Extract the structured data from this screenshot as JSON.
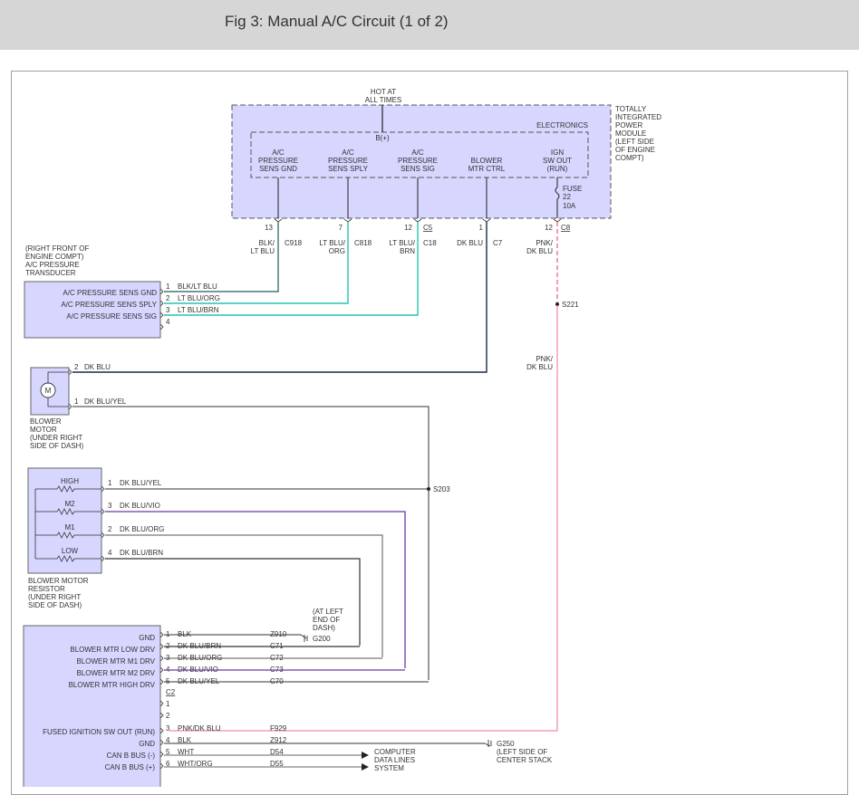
{
  "header": {
    "title": "Fig 3: Manual A/C Circuit (1 of 2)"
  },
  "colors": {
    "module_fill": "#d6d6ff",
    "wire_dark": "#222222",
    "wire_teal": "#27c2b0",
    "wire_pink": "#f06e9a",
    "wire_violet": "#6a3aa0",
    "header_bg": "#d6d6d6"
  },
  "power_source": {
    "line1": "HOT AT",
    "line2": "ALL TIMES"
  },
  "tipm": {
    "name_lines": [
      "TOTALLY",
      "INTEGRATED",
      "POWER",
      "MODULE",
      "(LEFT SIDE",
      "OF ENGINE",
      "COMPT)"
    ],
    "electronics": "ELECTRONICS",
    "bplus": "B(+)",
    "pins": [
      {
        "lines": [
          "A/C",
          "PRESSURE",
          "SENS GND"
        ],
        "pin": "13",
        "conn": "C918",
        "wire": [
          "BLK/",
          "LT BLU"
        ]
      },
      {
        "lines": [
          "A/C",
          "PRESSURE",
          "SENS SPLY"
        ],
        "pin": "7",
        "conn": "C818",
        "wire": [
          "LT BLU/",
          "ORG"
        ]
      },
      {
        "lines": [
          "A/C",
          "PRESSURE",
          "SENS SIG"
        ],
        "pin": "12",
        "conn": "C18",
        "conn_top": "C5",
        "wire": [
          "LT BLU/",
          "BRN"
        ]
      },
      {
        "lines": [
          "BLOWER",
          "MTR CTRL"
        ],
        "pin": "1",
        "conn": "C7",
        "wire": [
          "DK BLU"
        ]
      },
      {
        "lines": [
          "IGN",
          "SW OUT",
          "(RUN)"
        ],
        "pin": "12",
        "conn": "C8",
        "wire": [
          "PNK/",
          "DK BLU"
        ]
      }
    ],
    "fuse": [
      "FUSE",
      "22",
      "10A"
    ]
  },
  "transducer": {
    "location": [
      "(RIGHT FRONT OF",
      "ENGINE COMPT)",
      "A/C PRESSURE",
      "TRANSDUCER"
    ],
    "pins": [
      {
        "n": "1",
        "label": "A/C PRESSURE SENS GND",
        "wire": "BLK/LT BLU"
      },
      {
        "n": "2",
        "label": "A/C PRESSURE SENS SPLY",
        "wire": "LT BLU/ORG"
      },
      {
        "n": "3",
        "label": "A/C PRESSURE SENS SIG",
        "wire": "LT BLU/BRN"
      },
      {
        "n": "4",
        "label": "",
        "wire": ""
      }
    ]
  },
  "blower_motor": {
    "symbol": "M",
    "label": [
      "BLOWER",
      "MOTOR",
      "(UNDER RIGHT",
      "SIDE OF DASH)"
    ],
    "pins": [
      {
        "n": "2",
        "wire": "DK BLU"
      },
      {
        "n": "1",
        "wire": "DK BLU/YEL"
      }
    ]
  },
  "resistor": {
    "label": [
      "BLOWER MOTOR",
      "RESISTOR",
      "(UNDER RIGHT",
      "SIDE OF DASH)"
    ],
    "steps": [
      {
        "name": "HIGH",
        "n": "1",
        "wire": "DK BLU/YEL"
      },
      {
        "name": "M2",
        "n": "3",
        "wire": "DK BLU/VIO"
      },
      {
        "name": "M1",
        "n": "2",
        "wire": "DK BLU/ORG"
      },
      {
        "name": "LOW",
        "n": "4",
        "wire": "DK BLU/BRN"
      }
    ]
  },
  "splices": {
    "s203": "S203",
    "s221": "S221",
    "pnk_mid": [
      "PNK/",
      "DK BLU"
    ]
  },
  "grounds": {
    "g200": "G200",
    "g200_loc": [
      "(AT LEFT",
      "END OF",
      "DASH)"
    ],
    "g250": "G250",
    "g250_loc": [
      "(LEFT SIDE OF",
      "CENTER STACK"
    ]
  },
  "control_module": {
    "conn_label": "C2",
    "rows_top": [
      {
        "label": "GND",
        "n": "1",
        "wire": "BLK",
        "code": "Z910"
      },
      {
        "label": "BLOWER MTR LOW DRV",
        "n": "2",
        "wire": "DK BLU/BRN",
        "code": "C71"
      },
      {
        "label": "BLOWER MTR M1 DRV",
        "n": "3",
        "wire": "DK BLU/ORG",
        "code": "C72"
      },
      {
        "label": "BLOWER MTR M2 DRV",
        "n": "4",
        "wire": "DK BLU/VIO",
        "code": "C73"
      },
      {
        "label": "BLOWER MTR HIGH DRV",
        "n": "5",
        "wire": "DK BLU/YEL",
        "code": "C70"
      }
    ],
    "rows_bottom": [
      {
        "label": "",
        "n": "1",
        "wire": "",
        "code": ""
      },
      {
        "label": "",
        "n": "2",
        "wire": "",
        "code": ""
      },
      {
        "label": "FUSED IGNITION SW OUT (RUN)",
        "n": "3",
        "wire": "PNK/DK BLU",
        "code": "F929"
      },
      {
        "label": "GND",
        "n": "4",
        "wire": "BLK",
        "code": "Z912"
      },
      {
        "label": "CAN B BUS (-)",
        "n": "5",
        "wire": "WHT",
        "code": "D54"
      },
      {
        "label": "CAN B BUS (+)",
        "n": "6",
        "wire": "WHT/ORG",
        "code": "D55"
      }
    ],
    "data_lines": [
      "COMPUTER",
      "DATA LINES",
      "SYSTEM"
    ]
  }
}
